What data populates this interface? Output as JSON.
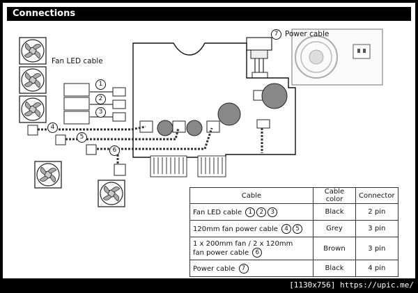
{
  "header": {
    "title": "Connections"
  },
  "diagram": {
    "fan_led_label": "Fan LED cable",
    "power_cable_label": "Power cable",
    "callouts": [
      "1",
      "2",
      "3",
      "4",
      "5",
      "6",
      "7"
    ]
  },
  "table": {
    "headers": [
      "Cable",
      "Cable color",
      "Connector"
    ],
    "rows": [
      {
        "cable": "Fan LED cable",
        "nums": [
          "1",
          "2",
          "3"
        ],
        "color": "Black",
        "connector": "2 pin"
      },
      {
        "cable": "120mm fan power cable",
        "nums": [
          "4",
          "5"
        ],
        "color": "Grey",
        "connector": "3 pin"
      },
      {
        "cable_line1": "1 x 200mm fan / 2 x 120mm",
        "cable_line2": "fan power cable",
        "nums": [
          "6"
        ],
        "color": "Brown",
        "connector": "3 pin"
      },
      {
        "cable": "Power cable",
        "nums": [
          "7"
        ],
        "color": "Black",
        "connector": "4 pin"
      }
    ]
  },
  "footer": {
    "text": "[1130x756] https://upic.me/"
  }
}
